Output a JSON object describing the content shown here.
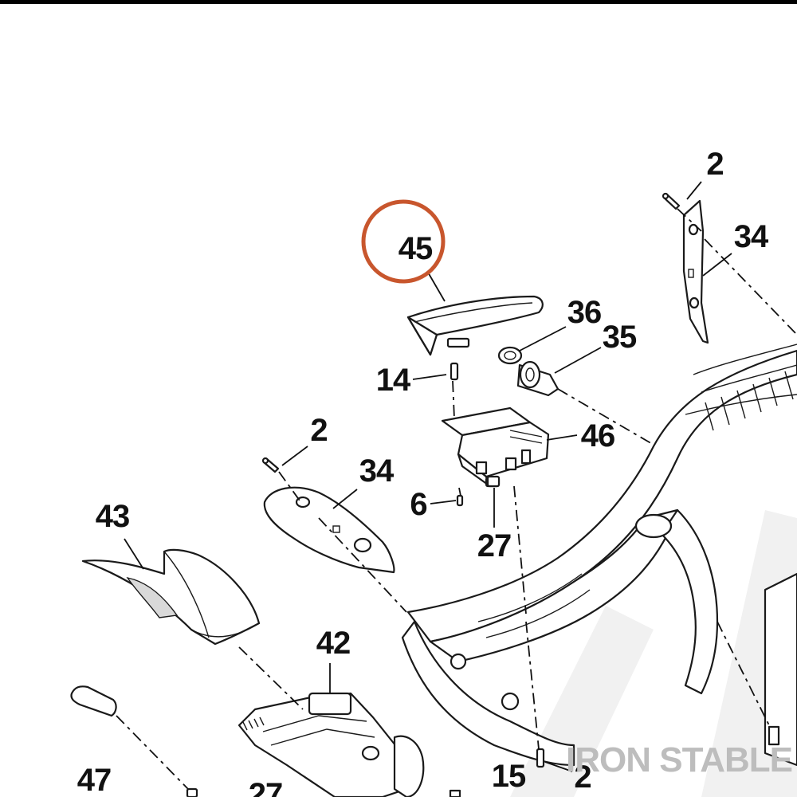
{
  "labels": {
    "l2_top": "2",
    "l34_top": "34",
    "l45": "45",
    "l36": "36",
    "l35": "35",
    "l14": "14",
    "l46": "46",
    "l2_mid": "2",
    "l34_mid": "34",
    "l6": "6",
    "l27_mid": "27",
    "l43": "43",
    "l42": "42",
    "l47": "47",
    "l27_bot": "27",
    "l15": "15",
    "l2_bot": "2"
  },
  "watermark": {
    "text": "IRON STABLE"
  },
  "colors": {
    "highlight": "#c8562d",
    "ink": "#111111",
    "watermark": "#bdbdbd",
    "top_bar": "#000000"
  }
}
